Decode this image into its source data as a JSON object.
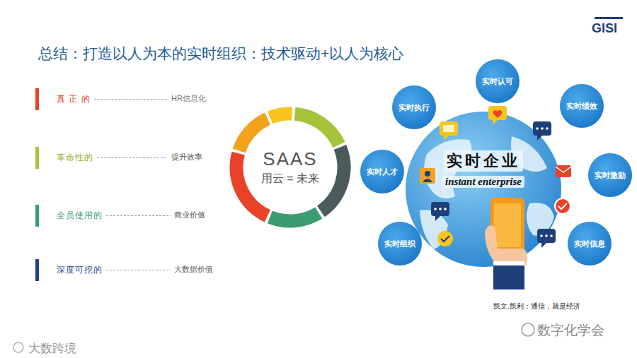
{
  "diagram": {
    "title": "总结：打造以人为本的实时组织：技术驱动+以人为核心",
    "caption": "凯文.凯利：通信，就是经济",
    "nodes": [
      {
        "text": [
          "SAAS",
          "用云 = 未来"
        ]
      },
      {
        "text": [
          "实时企业",
          "instant enterprise"
        ]
      },
      {
        "text": [
          "实时认可"
        ]
      },
      {
        "text": [
          "实时执行"
        ]
      },
      {
        "text": [
          "实时绩效"
        ]
      },
      {
        "text": [
          "实时人才"
        ]
      },
      {
        "text": [
          "实时激励"
        ]
      },
      {
        "text": [
          "实时组织"
        ]
      },
      {
        "text": [
          "实时信息"
        ]
      }
    ],
    "labels": [
      "GISI",
      "真 正 的",
      "HR信息化",
      "革命性的",
      "提升效率",
      "全员使用的",
      "商业价值",
      "深度可挖的",
      "大数据价值",
      "数字化学会",
      "大数跨境"
    ]
  }
}
